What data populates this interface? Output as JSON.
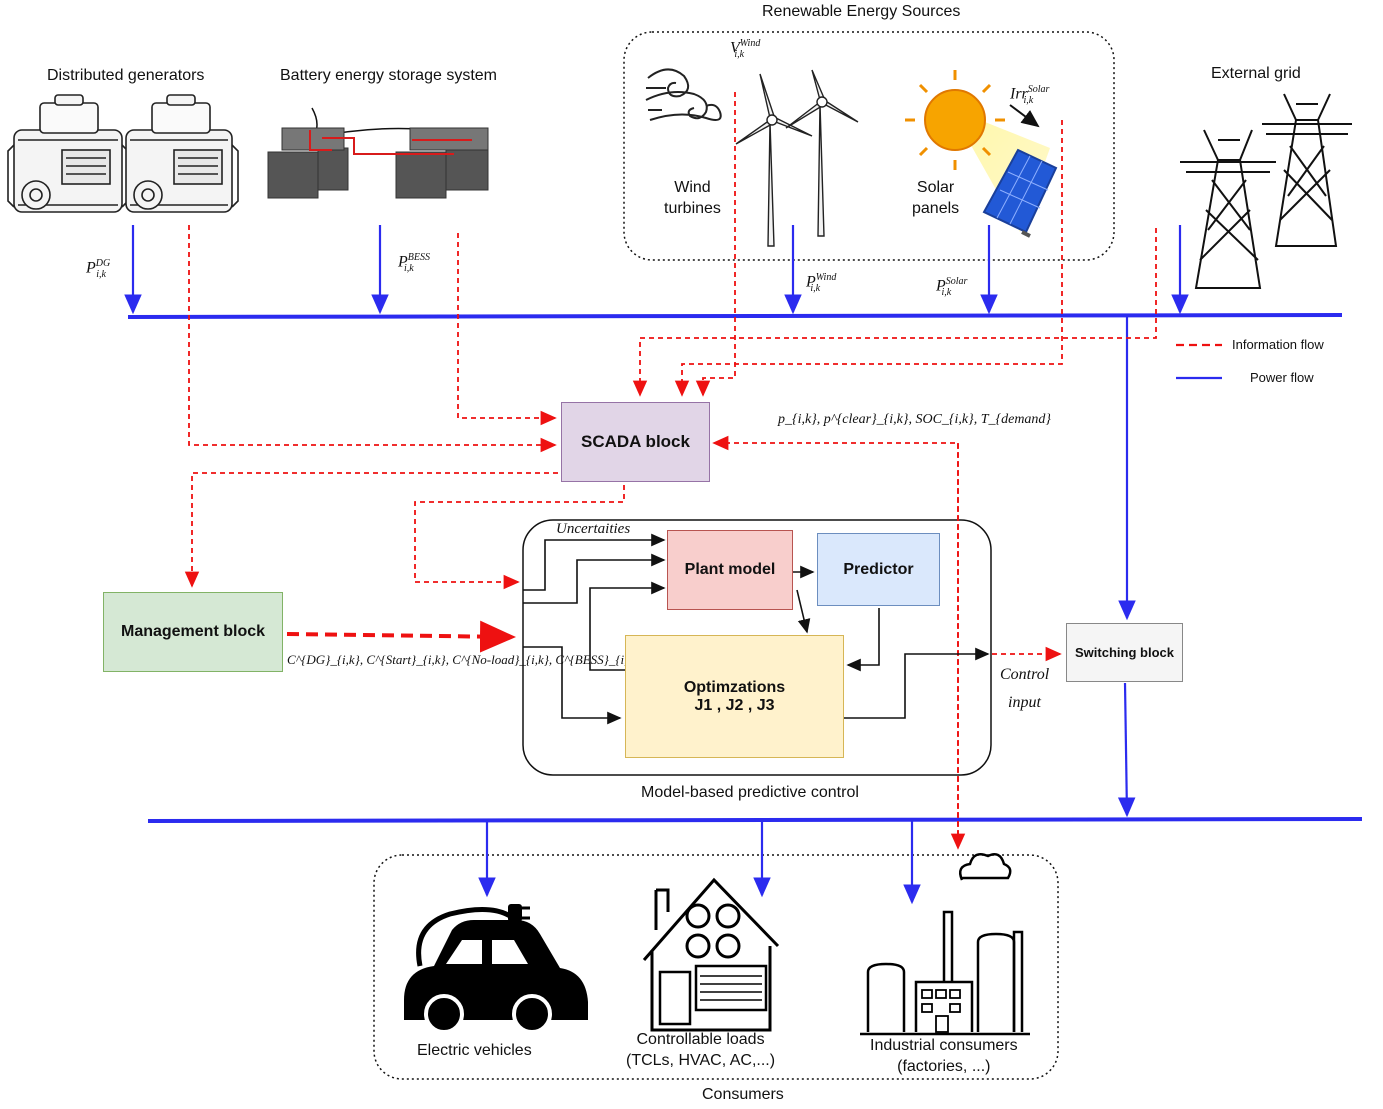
{
  "sources": {
    "distributed_generators": "Distributed generators",
    "bess": "Battery energy storage system",
    "renewables": "Renewable Energy Sources",
    "external_grid": "External grid",
    "wind_turbines": "Wind\nturbines",
    "solar_panels": "Solar\npanels"
  },
  "symbols": {
    "p_dg": "P",
    "p_dg_sup": "DG",
    "p_dg_sub": "i,k",
    "p_bess": "P",
    "p_bess_sup": "BESS",
    "p_bess_sub": "i,k",
    "v_wind": "V",
    "v_wind_sup": "Wind",
    "v_wind_sub": "i,k",
    "p_wind": "P",
    "p_wind_sup": "Wind",
    "p_wind_sub": "i,k",
    "irr": "Irr",
    "irr_sup": "Solar",
    "irr_sub": "i,k",
    "p_solar": "P",
    "p_solar_sup": "Solar",
    "p_solar_sub": "i,k",
    "scada_inputs": "p_{i,k}, p^{clear}_{i,k}, SOC_{i,k}, T_{demand}",
    "costs": "C^{DG}_{i,k}, C^{Start}_{i,k}, C^{No-load}_{i,k}, C^{BESS}_{i,k}",
    "uncertainties": "Uncertaities",
    "control_input_1": "Control",
    "control_input_2": "input"
  },
  "blocks": {
    "scada": "SCADA block",
    "management": "Management block",
    "plant_model": "Plant model",
    "predictor": "Predictor",
    "optimizations_title": "Optimzations",
    "optimizations_objectives": "J1 , J2 , J3",
    "switching": "Switching block",
    "mpc": "Model-based predictive control"
  },
  "legend": {
    "information_flow": "Information flow",
    "power_flow": "Power flow"
  },
  "consumers": {
    "title": "Consumers",
    "electric_vehicles": "Electric vehicles",
    "controllable_loads": "Controllable loads\n(TCLs, HVAC, AC,...)",
    "industrial": "Industrial consumers\n(factories, ...)"
  },
  "colors": {
    "power": "#2b2bef",
    "info": "#ee1111",
    "scada_fill": "#e1d5e7",
    "scada_stroke": "#9673a6",
    "mgmt_fill": "#d5e8d4",
    "mgmt_stroke": "#82b366",
    "plant_fill": "#f8cecc",
    "plant_stroke": "#b85450",
    "pred_fill": "#dae8fc",
    "pred_stroke": "#6c8ebf",
    "opt_fill": "#fff2cc",
    "opt_stroke": "#d6b656",
    "switch_fill": "#f5f5f5",
    "switch_stroke": "#888888"
  }
}
